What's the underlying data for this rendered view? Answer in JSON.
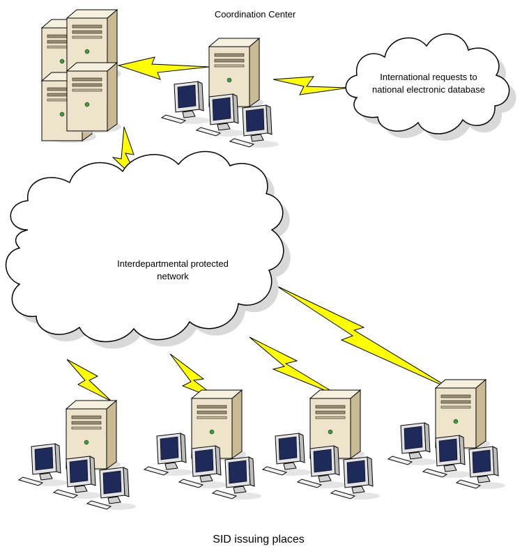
{
  "labels": {
    "coordination_center": "Coordination Center",
    "international_line1": "International requests to",
    "international_line2": "national electronic database",
    "network_line1": "Interdepartmental protected",
    "network_line2": "network",
    "sid_issuing_places": "SID issuing places"
  },
  "colors": {
    "server_front": "#efe6cf",
    "server_side": "#cdbf9c",
    "server_top": "#f6f0de",
    "lightning": "#ffff00",
    "cloud_shadow": "#d9d9d9",
    "monitor_frame": "#e4e4e4",
    "screen": "#1e2a5a"
  },
  "icons": {
    "server": "server-tower-icon",
    "workstation": "workstation-icon",
    "link": "lightning-link-icon",
    "cloud": "cloud-icon"
  }
}
